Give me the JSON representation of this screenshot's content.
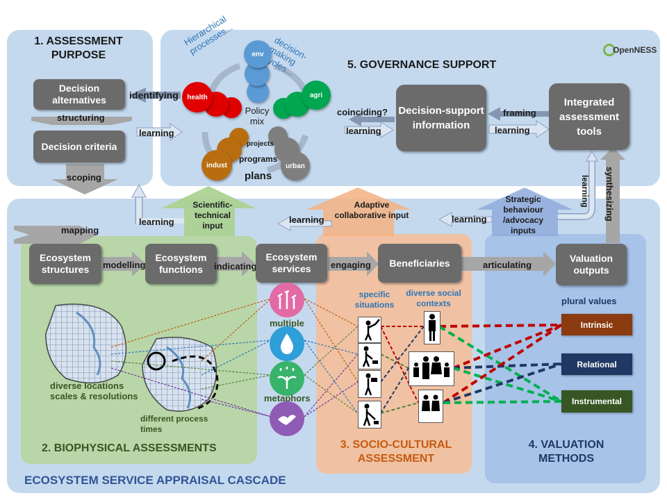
{
  "panels": {
    "assessment_purpose": "1. ASSESSMENT PURPOSE",
    "governance_support": "5. GOVERNANCE SUPPORT",
    "biophysical": "2. BIOPHYSICAL ASSESSMENTS",
    "socio_cultural": "3. SOCIO-CULTURAL ASSESSMENT",
    "valuation": "4. VALUATION METHODS",
    "cascade": "ECOSYSTEM SERVICE APPRAISAL CASCADE"
  },
  "logo": "OpenNESS",
  "purpose": {
    "decision_alternatives": "Decision alternatives",
    "structuring": "structuring",
    "decision_criteria": "Decision criteria",
    "scoping": "scoping",
    "identifying": "identifying",
    "learning": "learning"
  },
  "policy": {
    "hierarchical": "Hierarchical processes...",
    "decision_cycles": "decision-making cycles...",
    "env": "env",
    "health": "health",
    "agri": "agri",
    "indust": "indust",
    "urban": "urban",
    "policy_mix": "Policy mix",
    "projects": "projects",
    "programs": "programs",
    "plans": "plans"
  },
  "governance": {
    "coinciding": "coinciding?",
    "learning_left": "learning",
    "decision_support": "Decision-support information",
    "framing": "framing",
    "learning_right": "learning",
    "integrated_tools": "Integrated assessment tools",
    "synthesizing": "synthesizing",
    "learning_vertical": "learning"
  },
  "middle": {
    "learning_1": "learning",
    "scientific_input": "Scientific-technical input",
    "learning_2": "learning",
    "adaptive_input": "Adaptive collaborative input",
    "learning_3": "learning",
    "strategic_inputs": "Strategic behaviour /advocacy inputs",
    "mapping": "mapping"
  },
  "cascade_chain": {
    "structures": "Ecosystem structures",
    "modelling": "modelling",
    "functions": "Ecosystem functions",
    "indicating": "indicating",
    "services": "Ecosystem services",
    "engaging": "engaging",
    "beneficiaries": "Beneficiaries",
    "articulating": "articulating",
    "valuation_outputs": "Valuation outputs"
  },
  "biophysical_labels": {
    "locations": "diverse locations scales & resolutions",
    "times": "different process times"
  },
  "services_labels": {
    "multiple": "multiple",
    "metaphors": "metaphors"
  },
  "socio_labels": {
    "specific": "specific situations",
    "contexts": "diverse social contexts"
  },
  "values": {
    "plural": "plural values",
    "intrinsic": "Intrinsic",
    "relational": "Relational",
    "instrumental": "Instrumental",
    "colors": {
      "intrinsic": "#8a3b0f",
      "relational": "#1f3864",
      "instrumental": "#375623"
    }
  },
  "icons": [
    "ecosystem-tree-icon",
    "water-drop-icon",
    "plant-growth-icon",
    "bird-bee-icon",
    "fisherman-icon",
    "dog-walker-icon",
    "photographer-icon",
    "gardener-icon",
    "person-icon",
    "family-icon",
    "couple-icon"
  ]
}
